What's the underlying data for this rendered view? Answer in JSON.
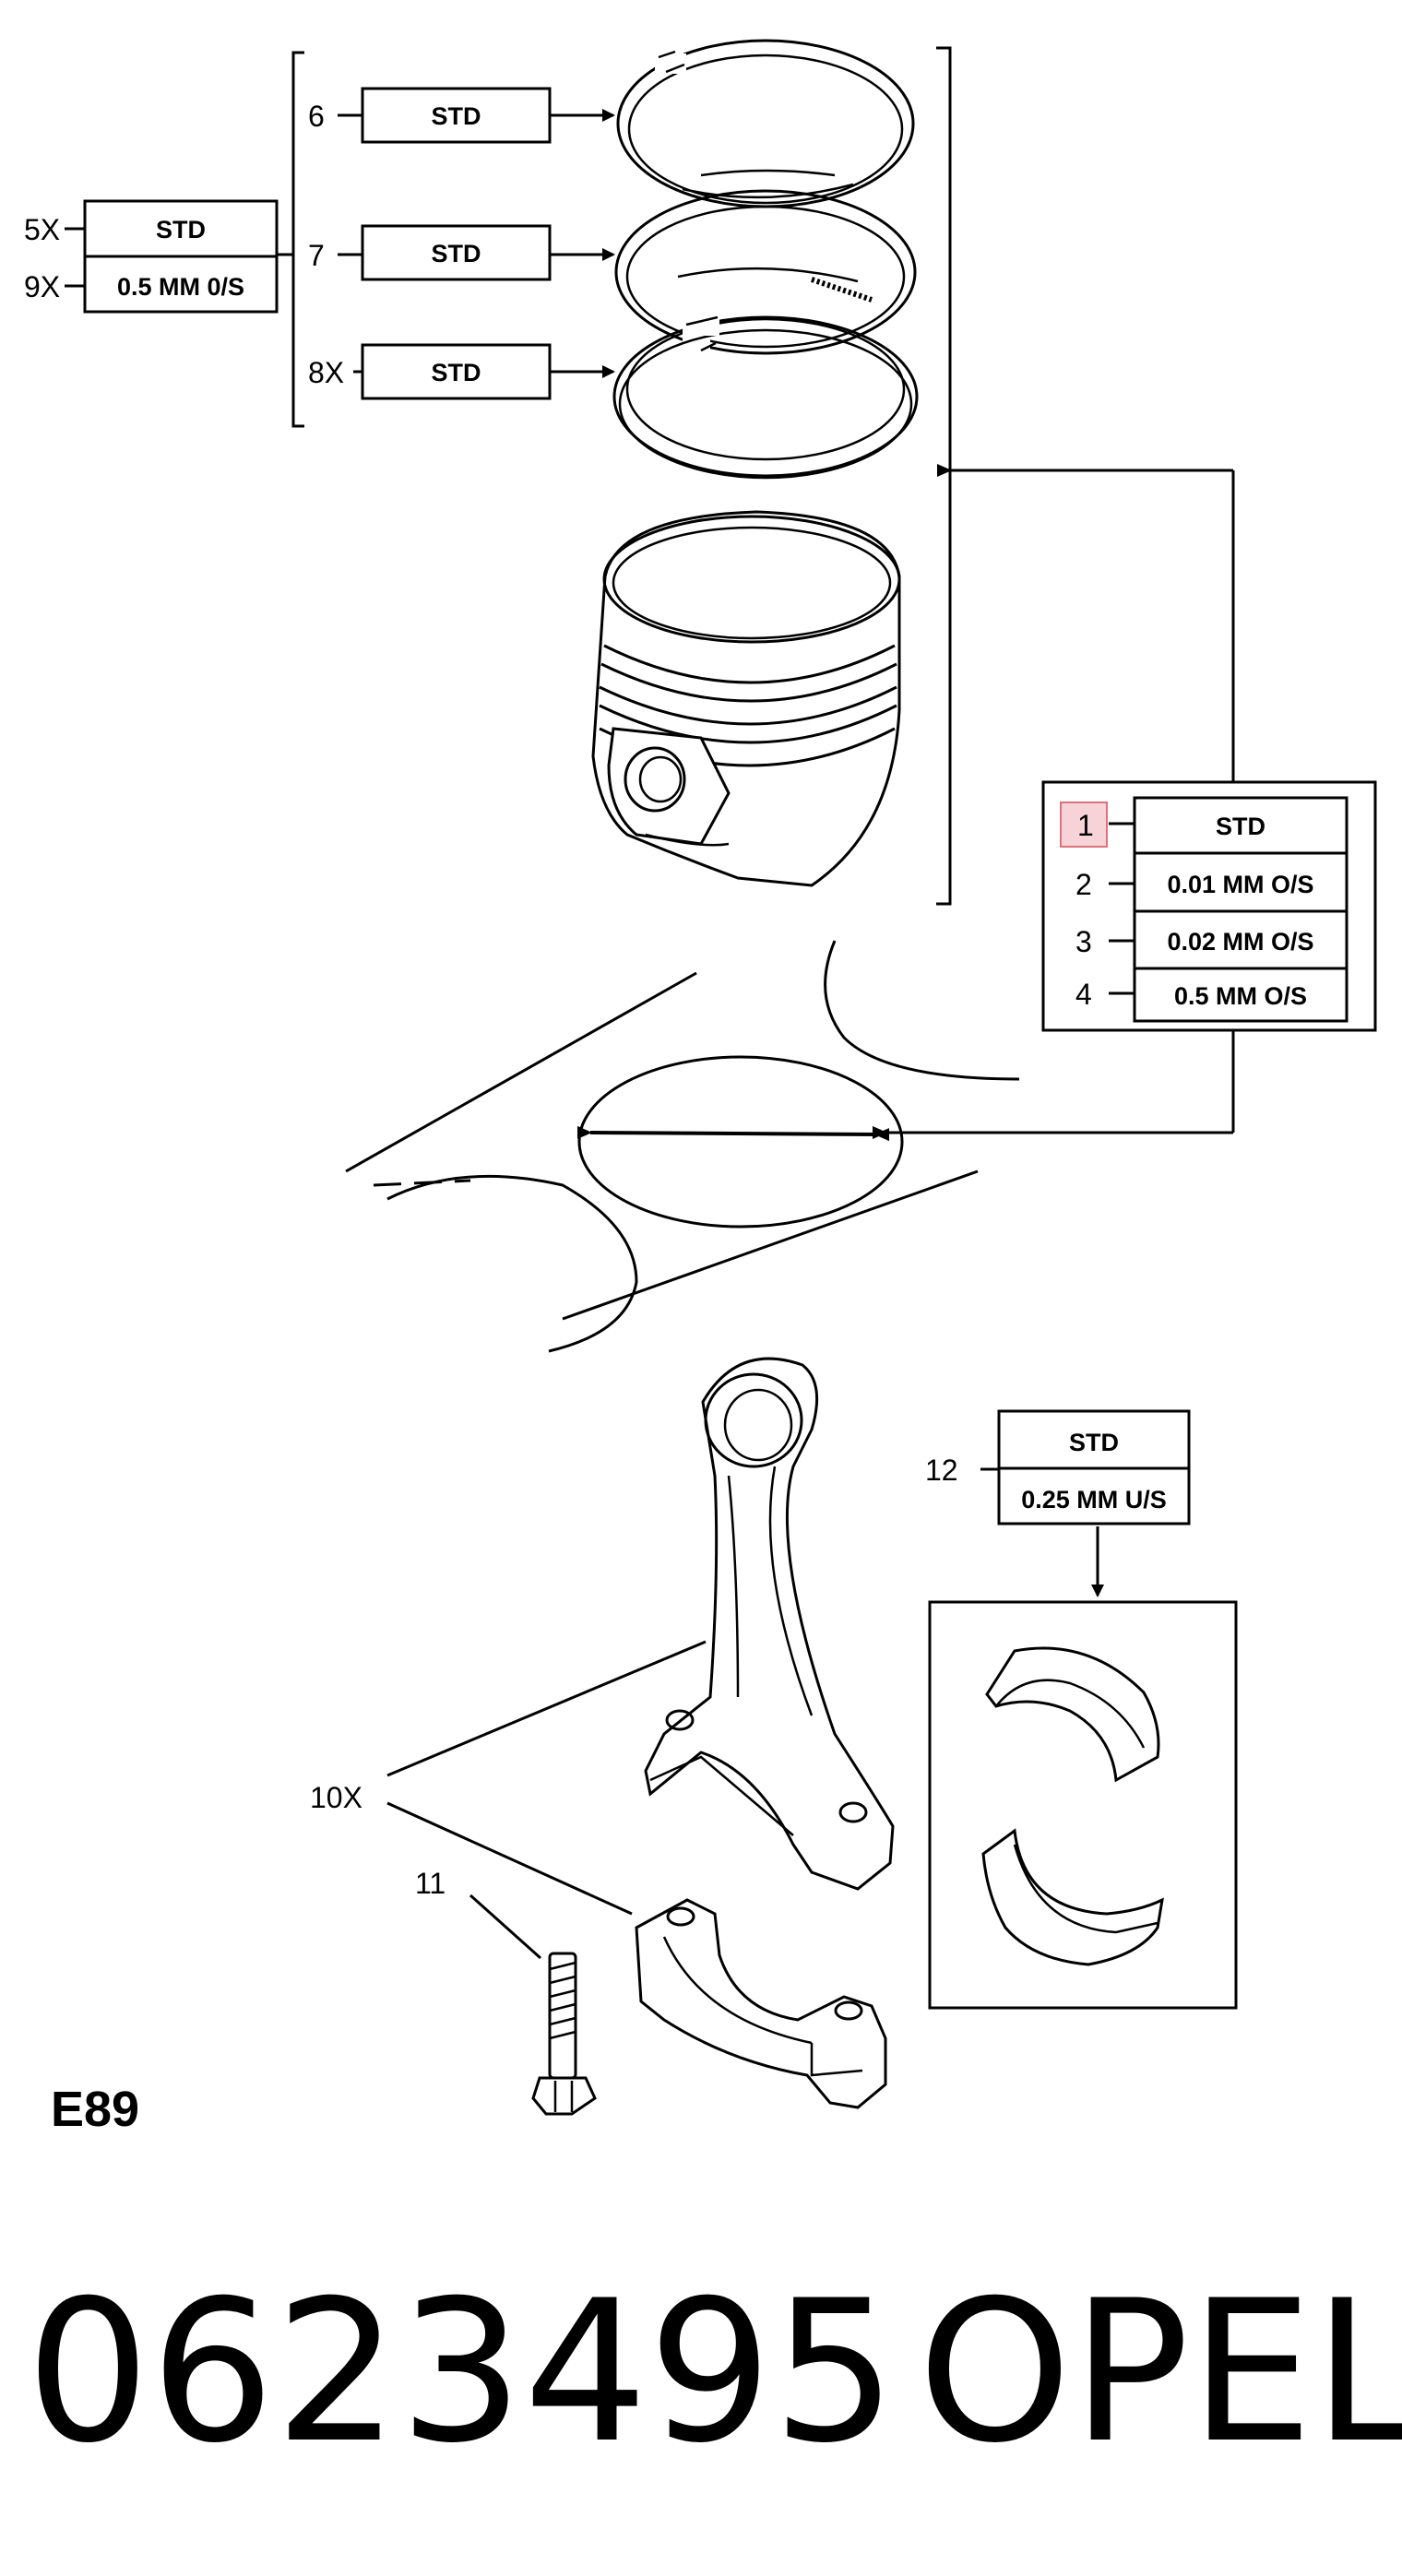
{
  "callouts": {
    "c6": {
      "num": "6",
      "box": "STD"
    },
    "c7": {
      "num": "7",
      "box": "STD"
    },
    "c8": {
      "num": "8X",
      "box": "STD"
    },
    "c5": {
      "num": "5X",
      "box": "STD"
    },
    "c9": {
      "num": "9X",
      "box": "0.5 MM 0/S"
    },
    "c1": {
      "num": "1",
      "box": "STD"
    },
    "c2": {
      "num": "2",
      "box": "0.01 MM O/S"
    },
    "c3": {
      "num": "3",
      "box": "0.02 MM O/S"
    },
    "c4": {
      "num": "4",
      "box": "0.5 MM O/S"
    },
    "c12a": {
      "num": "12",
      "box": "STD"
    },
    "c12b": {
      "box": "0.25 MM U/S"
    },
    "c10": {
      "num": "10X"
    },
    "c11": {
      "num": "11"
    }
  },
  "figure_code": "E89",
  "part_number": "0623495",
  "brand": "OPEL",
  "highlight_color": "#f7d2d6",
  "highlight_border": "#d9747f"
}
